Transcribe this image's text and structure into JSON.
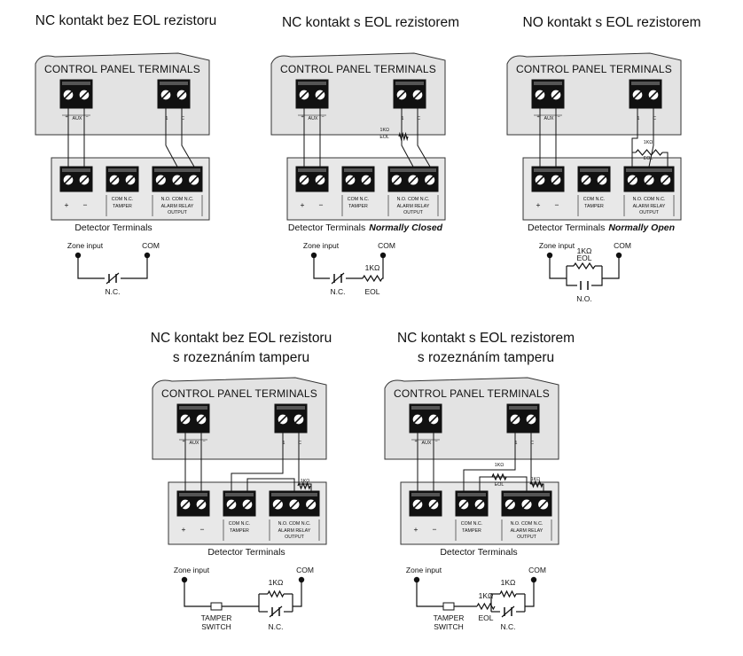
{
  "panel_titles": [
    [
      "NC kontakt bez EOL rezistoru"
    ],
    [
      "NC kontakt s EOL rezistorem"
    ],
    [
      "NO kontakt s EOL rezistorem"
    ],
    [
      "NC kontakt bez EOL rezistoru",
      "s rozeznáním tamperu"
    ],
    [
      "NC kontakt s EOL rezistorem",
      "s rozeznáním tamperu"
    ]
  ],
  "control_panel_label": "CONTROL PANEL TERMINALS",
  "aux_label": "AUX",
  "plus_sign": "+",
  "minus_sign": "−",
  "relay_terminal_1": "1",
  "relay_terminal_c": "C",
  "detector_terminals_label": "Detector Terminals",
  "normally_closed_label": "Normally Closed",
  "normally_open_label": "Normally Open",
  "tamper_terminal_top": "COM N.C.",
  "tamper_terminal_bottom": "TAMPER",
  "relay_terminal_top": "N.O. COM N.C.",
  "relay_terminal_mid": "ALARM RELAY",
  "relay_terminal_bottom": "OUTPUT",
  "zone_input_label": "Zone input",
  "com_label": "COM",
  "nc_label": "N.C.",
  "no_label": "N.O.",
  "eol_label": "EOL",
  "resistor_value": "1KΩ",
  "tamper_switch_label": [
    "TAMPER",
    "SWITCH"
  ]
}
